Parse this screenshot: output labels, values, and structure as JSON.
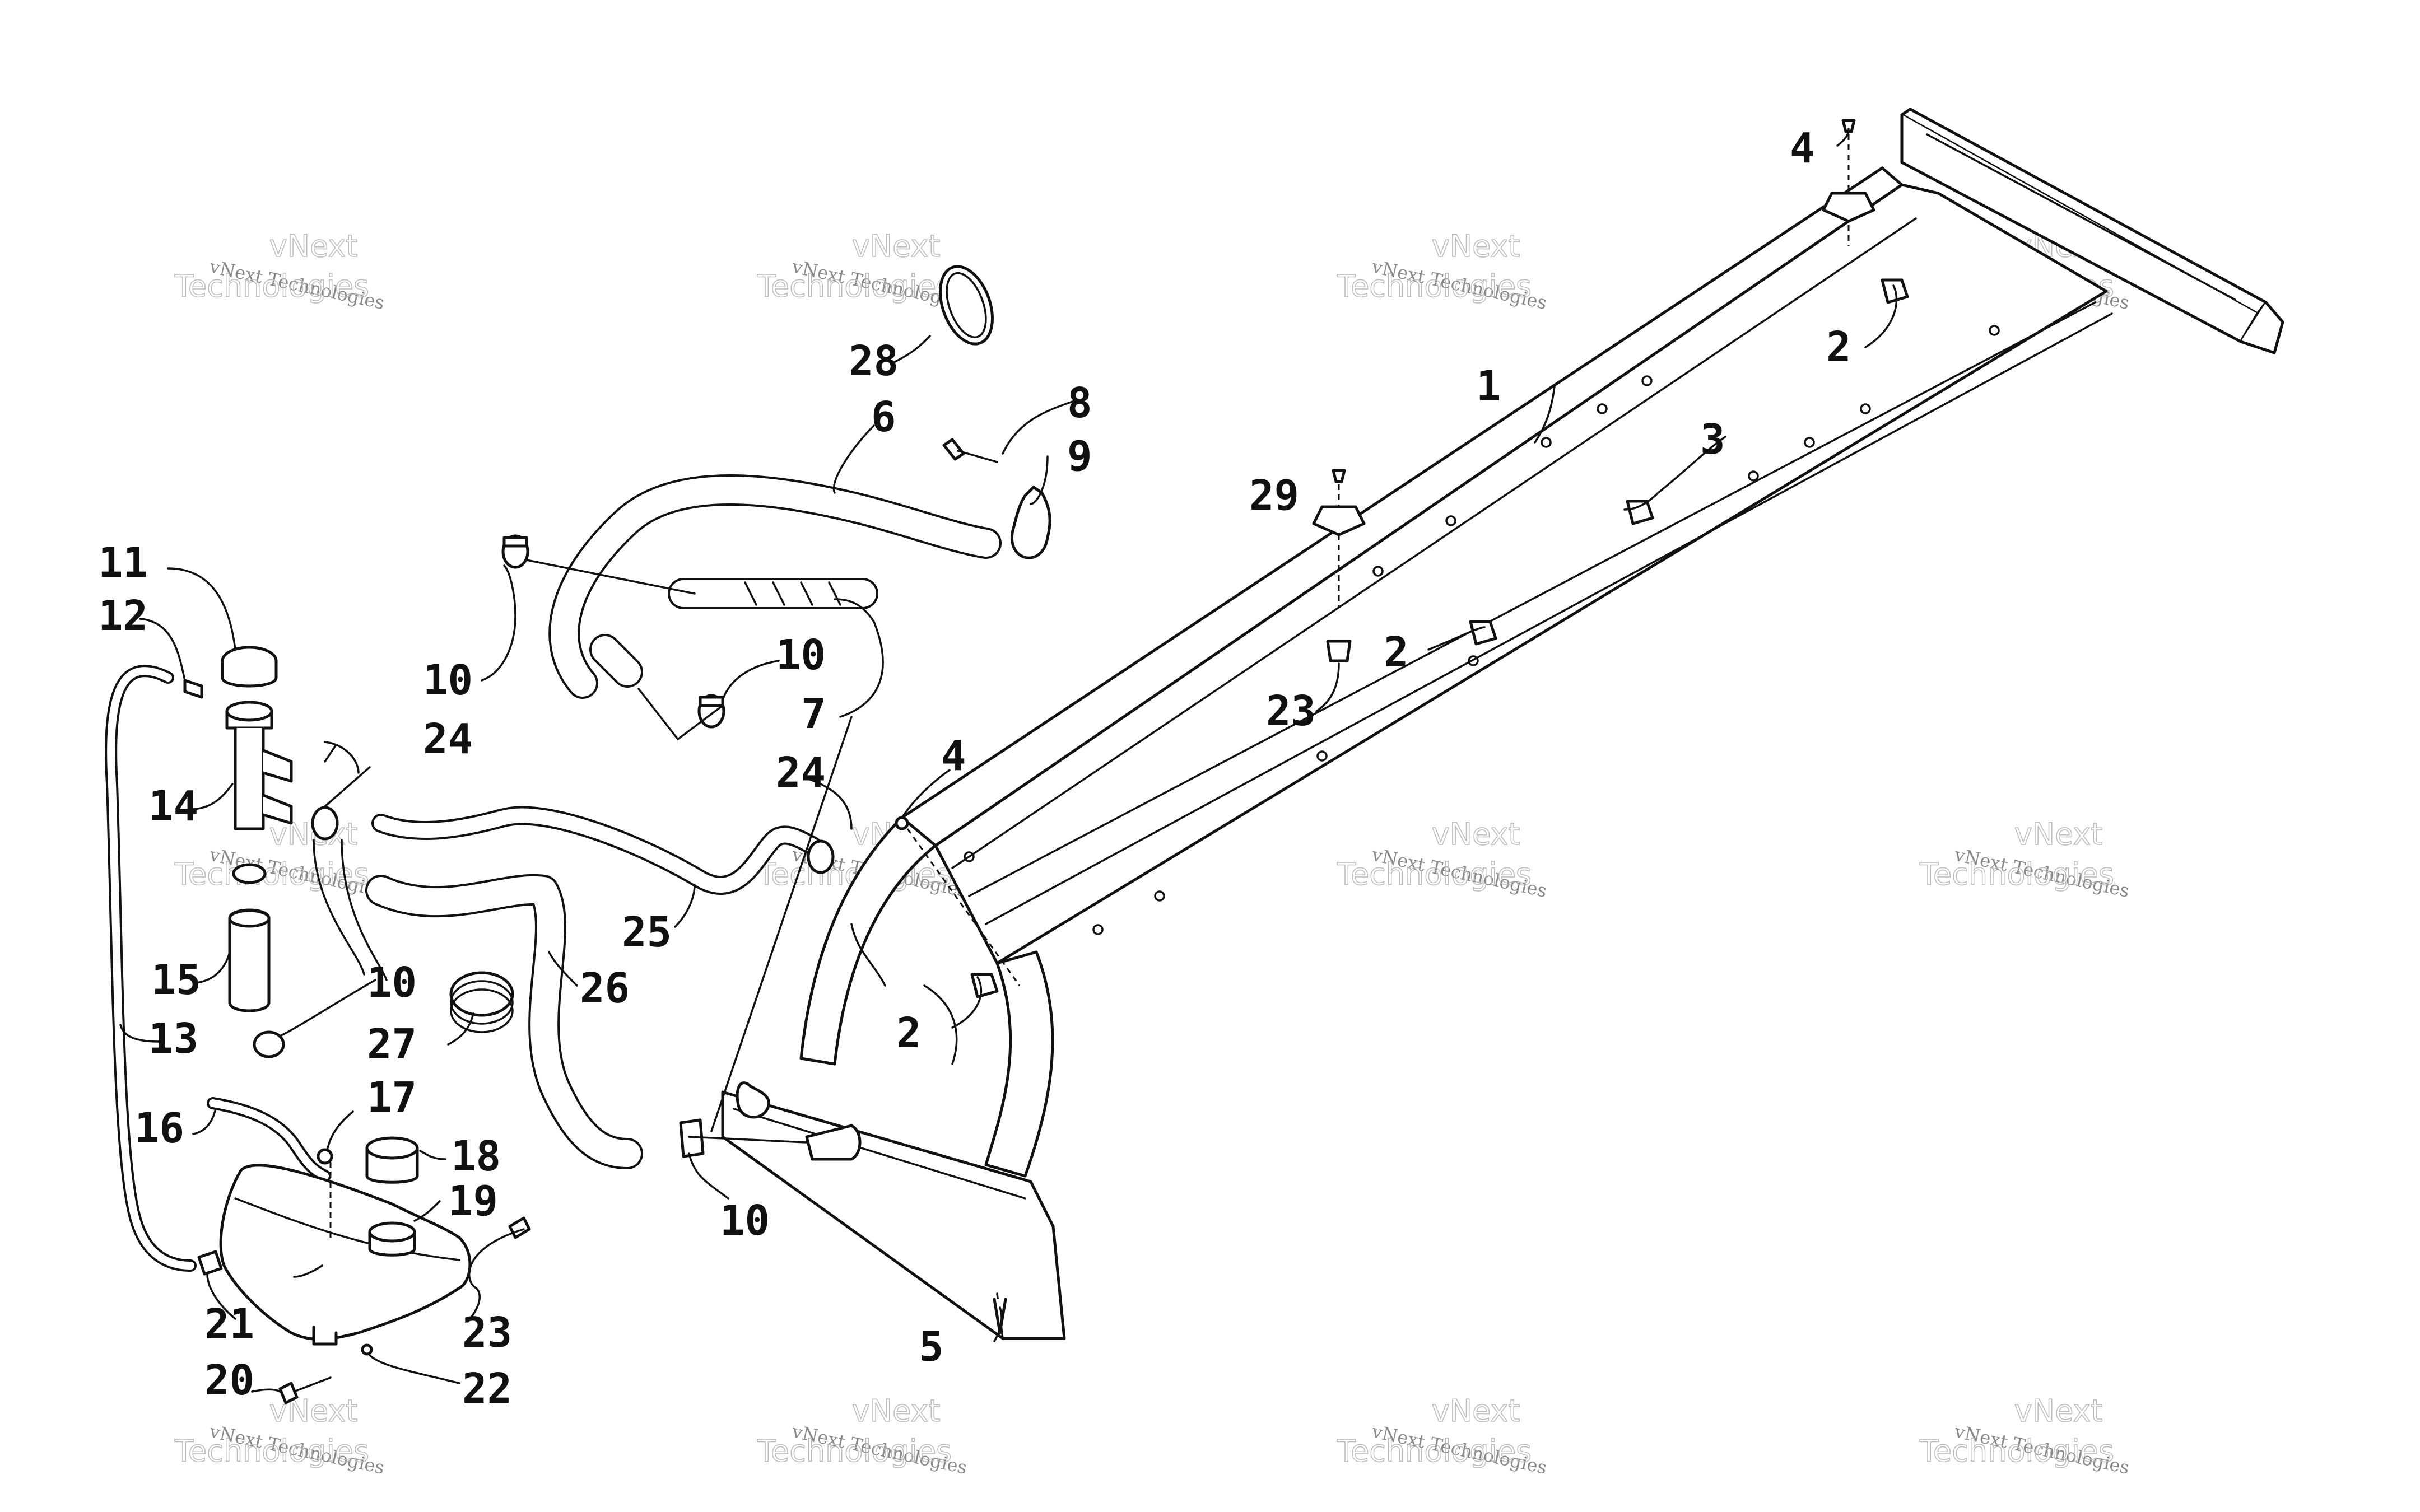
{
  "diagram": {
    "type": "exploded-parts-diagram",
    "callouts": [
      "1",
      "2",
      "2",
      "2",
      "3",
      "4",
      "4",
      "5",
      "6",
      "7",
      "8",
      "9",
      "10",
      "10",
      "10",
      "10",
      "11",
      "12",
      "13",
      "14",
      "15",
      "16",
      "17",
      "18",
      "19",
      "20",
      "21",
      "22",
      "23",
      "23",
      "24",
      "24",
      "25",
      "26",
      "27",
      "28",
      "29"
    ]
  },
  "watermark": {
    "small": "vNext Technologies",
    "large": "Technologies",
    "top": "vNext"
  },
  "colors": {
    "ink": "#111111",
    "watermark": "#bbbbbb"
  }
}
